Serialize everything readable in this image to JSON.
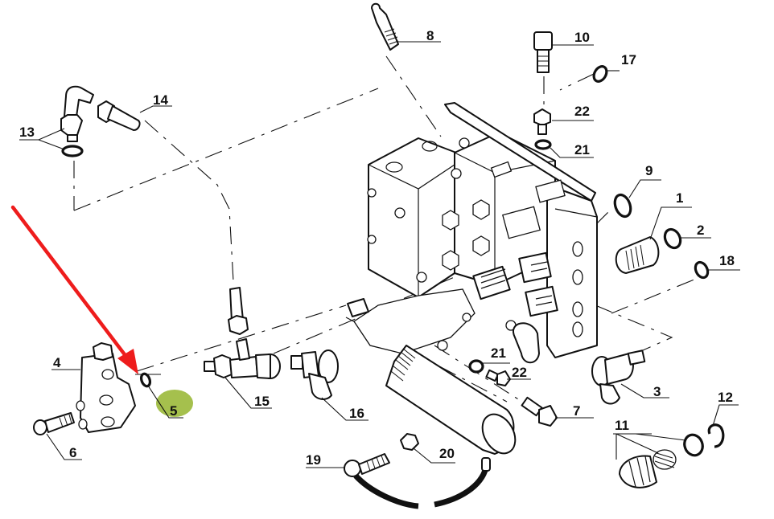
{
  "diagram": {
    "type": "exploded parts diagram",
    "subject": "hydraulic control valve block assembly",
    "highlight": {
      "part": "5",
      "marker_color": "#9bb93a",
      "arrow_color": "#ee1c1c"
    },
    "callouts": [
      {
        "id": "c1",
        "label": "1",
        "part": "threaded plug / filter insert"
      },
      {
        "id": "c2",
        "label": "2",
        "part": "ring seal"
      },
      {
        "id": "c3",
        "label": "3",
        "part": "elbow connector with cap"
      },
      {
        "id": "c4",
        "label": "4",
        "part": "valve body"
      },
      {
        "id": "c5",
        "label": "5",
        "part": "o-ring"
      },
      {
        "id": "c6",
        "label": "6",
        "part": "bolt"
      },
      {
        "id": "c7",
        "label": "7",
        "part": "sensor / switch"
      },
      {
        "id": "c8",
        "label": "8",
        "part": "solenoid connector"
      },
      {
        "id": "c9",
        "label": "9",
        "part": "ring seal"
      },
      {
        "id": "c10",
        "label": "10",
        "part": "pressure switch"
      },
      {
        "id": "c11",
        "label": "11",
        "part": "valve kit (plunger, spring, sleeve)"
      },
      {
        "id": "c12",
        "label": "12",
        "part": "circlip"
      },
      {
        "id": "c13",
        "label": "13",
        "part": "elbow fitting with washer"
      },
      {
        "id": "c14",
        "label": "14",
        "part": "pipe connector"
      },
      {
        "id": "c15",
        "label": "15",
        "part": "tee fitting"
      },
      {
        "id": "c16",
        "label": "16",
        "part": "elbow connector with cap"
      },
      {
        "id": "c17",
        "label": "17",
        "part": "o-ring"
      },
      {
        "id": "c18",
        "label": "18",
        "part": "ring seal"
      },
      {
        "id": "c19",
        "label": "19",
        "part": "hose with banjo fitting"
      },
      {
        "id": "c20",
        "label": "20",
        "part": "nut"
      },
      {
        "id": "c21a",
        "label": "21",
        "part": "washer"
      },
      {
        "id": "c21b",
        "label": "21",
        "part": "washer"
      },
      {
        "id": "c22a",
        "label": "22",
        "part": "plug screw"
      },
      {
        "id": "c22b",
        "label": "22",
        "part": "plug screw"
      }
    ]
  }
}
